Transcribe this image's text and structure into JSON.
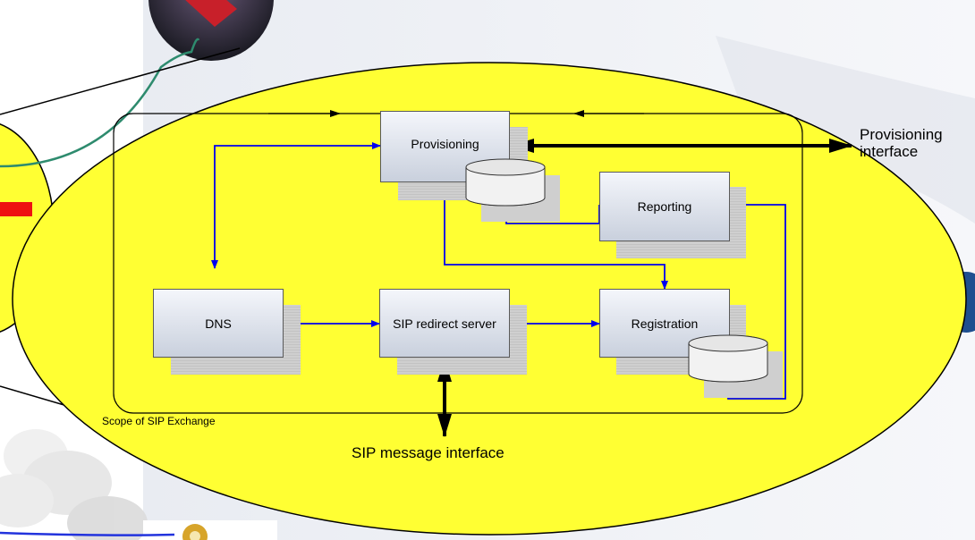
{
  "components": {
    "provisioning": "Provisioning",
    "reporting": "Reporting",
    "dns": "DNS",
    "sip_redirect": "SIP redirect server",
    "registration": "Registration"
  },
  "labels": {
    "provisioning_interface": "Provisioning\ninterface",
    "sip_message_interface": "SIP message interface",
    "scope": "Scope of SIP Exchange"
  },
  "colors": {
    "ellipse_fill": "#ffff33",
    "flow_line": "#0000ee",
    "interface_arrow": "#000000",
    "left_bar": "#ee1111",
    "green_cable": "#2e8b6e"
  }
}
